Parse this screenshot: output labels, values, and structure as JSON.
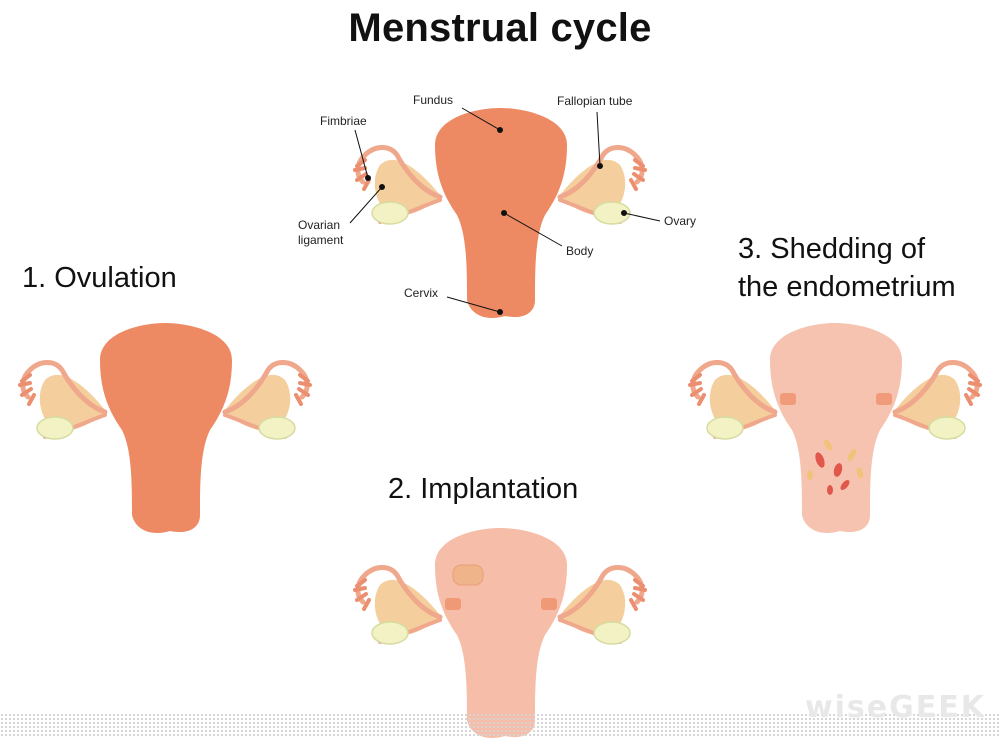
{
  "title": "Menstrual cycle",
  "stages": [
    {
      "label": "1. Ovulation"
    },
    {
      "label": "2. Implantation"
    },
    {
      "label": "3. Shedding of",
      "label_line2": "the endometrium"
    }
  ],
  "anatomy_labels": {
    "fundus": "Fundus",
    "fallopian_tube": "Fallopian tube",
    "fimbriae": "Fimbriae",
    "ovarian_ligament_line1": "Ovarian",
    "ovarian_ligament_line2": "ligament",
    "ovary": "Ovary",
    "body": "Body",
    "cervix": "Cervix"
  },
  "watermark_text": "wiseGEEK",
  "colors": {
    "uterus": "#ee8a63",
    "uterus_faded": "#f6bda8",
    "tube": "#f0a88c",
    "ligament_fill": "#f4cf9d",
    "ovary": "#f2f2c4",
    "ovary_stroke": "#d6dca0",
    "spots_red": "#e2574c",
    "spots_yellow": "#f0c27a",
    "leader": "#111111"
  }
}
